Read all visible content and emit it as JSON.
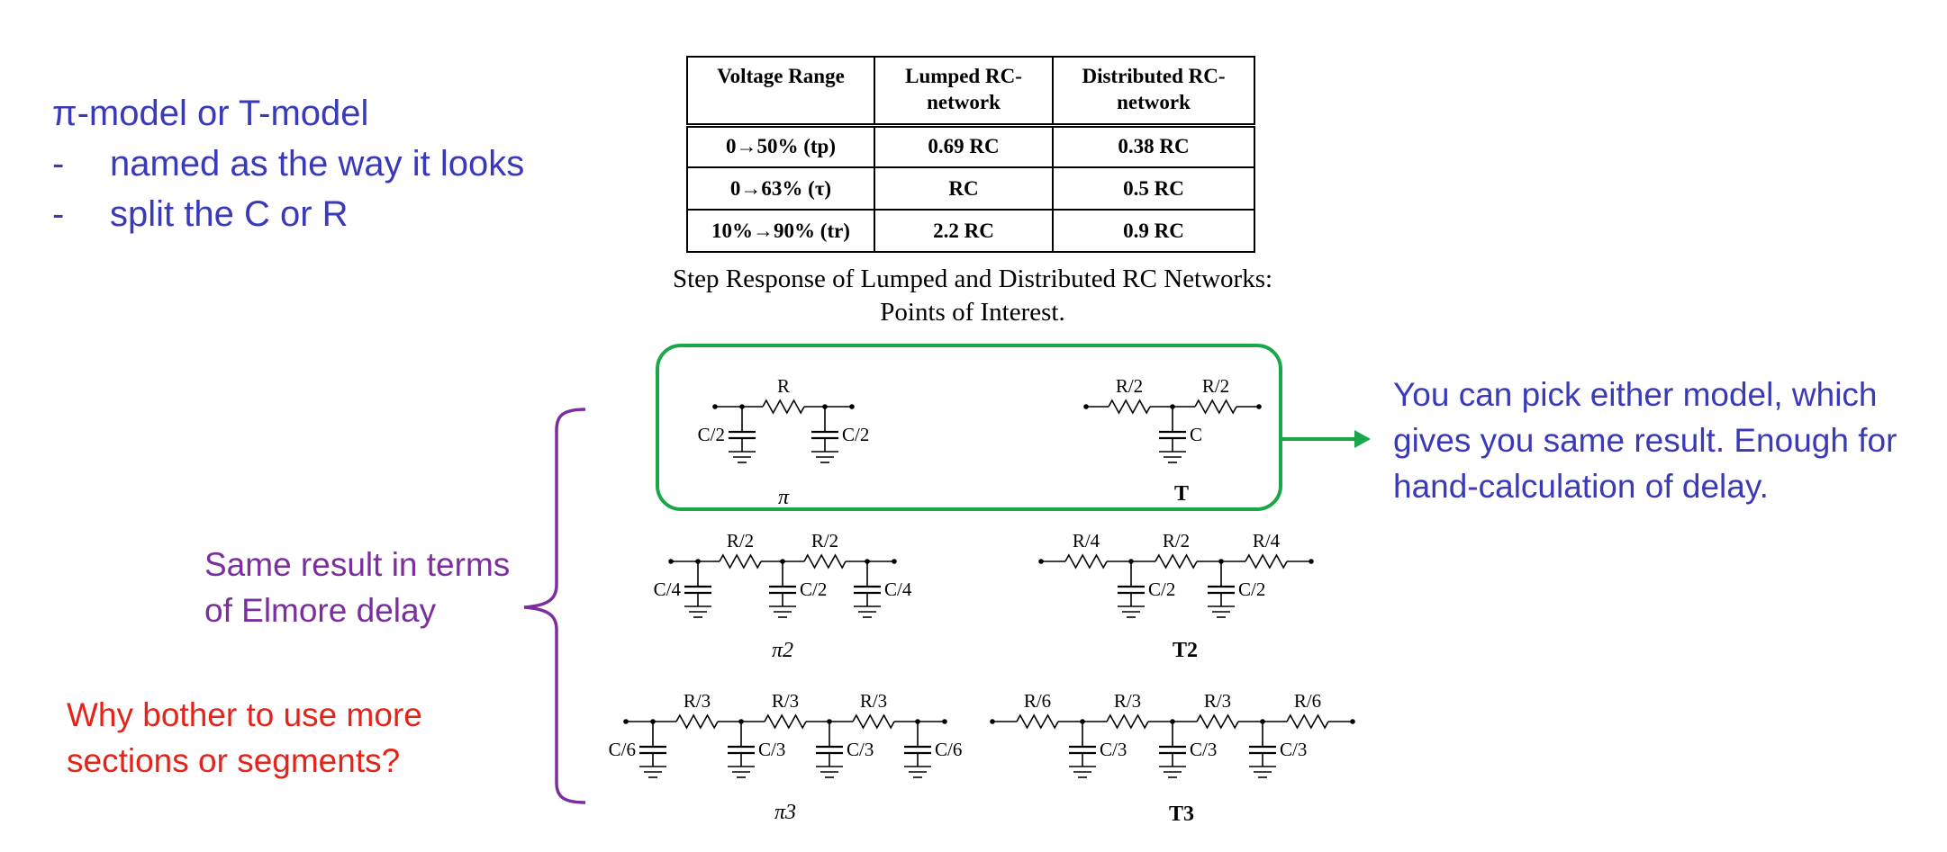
{
  "left_notes": {
    "heading": "π-model or T-model",
    "bullets": [
      {
        "dash": "-",
        "text": "named as the way it looks"
      },
      {
        "dash": "-",
        "text": "split the C or R"
      }
    ],
    "elmore_line1": "Same result in terms",
    "elmore_line2": "of Elmore delay",
    "question_line1": "Why bother to use more",
    "question_line2": "sections or segments?"
  },
  "right_note": {
    "line1": "You can pick either model, which",
    "line2": "gives you same result. Enough for",
    "line3": "hand-calculation of delay."
  },
  "table": {
    "headers": [
      "Voltage Range",
      "Lumped RC-network",
      "Distributed RC-network"
    ],
    "rows": [
      {
        "range": "0→50% (tp)",
        "lumped": "0.69 RC",
        "distributed": "0.38 RC"
      },
      {
        "range": "0→63% (τ)",
        "lumped": "RC",
        "distributed": "0.5 RC"
      },
      {
        "range": "10%→90% (tr)",
        "lumped": "2.2 RC",
        "distributed": "0.9 RC"
      }
    ]
  },
  "caption": {
    "line1": "Step Response of Lumped and Distributed RC Networks:",
    "line2": "Points of Interest."
  },
  "circuits": {
    "pi": {
      "label": "π",
      "resistors": [
        "R"
      ],
      "caps": [
        "C/2",
        "C/2"
      ]
    },
    "t": {
      "label": "T",
      "resistors": [
        "R/2",
        "R/2"
      ],
      "caps": [
        "C"
      ]
    },
    "pi2": {
      "label": "π2",
      "resistors": [
        "R/2",
        "R/2"
      ],
      "caps": [
        "C/4",
        "C/2",
        "C/4"
      ]
    },
    "t2": {
      "label": "T2",
      "resistors": [
        "R/4",
        "R/2",
        "R/4"
      ],
      "caps": [
        "C/2",
        "C/2"
      ]
    },
    "pi3": {
      "label": "π3",
      "resistors": [
        "R/3",
        "R/3",
        "R/3"
      ],
      "caps": [
        "C/6",
        "C/3",
        "C/3",
        "C/6"
      ]
    },
    "t3": {
      "label": "T3",
      "resistors": [
        "R/6",
        "R/3",
        "R/3",
        "R/6"
      ],
      "caps": [
        "C/3",
        "C/3",
        "C/3"
      ]
    }
  },
  "colors": {
    "note_blue": "#3a3ab8",
    "brace_purple": "#7b2f9e",
    "question_red": "#e3241b",
    "highlight_green": "#1aa64a"
  }
}
